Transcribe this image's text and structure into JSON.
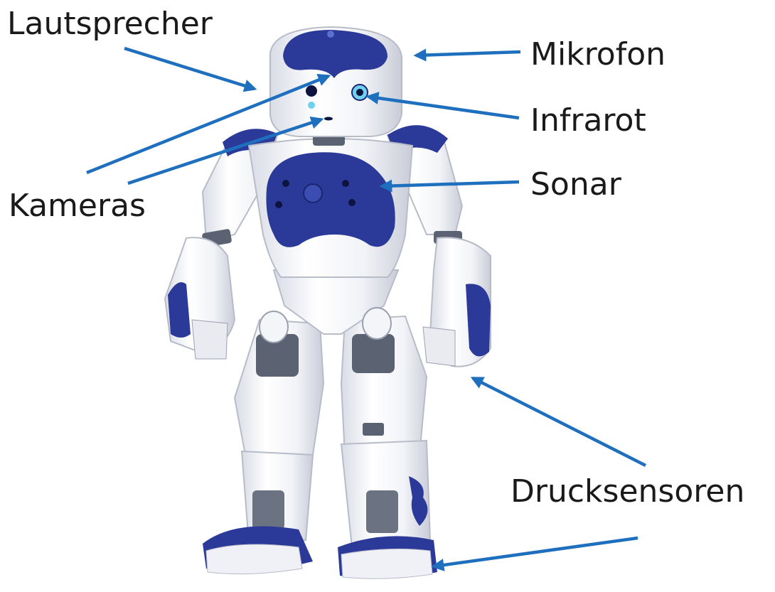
{
  "labels": {
    "lautsprecher": "Lautsprecher",
    "mikrofon": "Mikrofon",
    "infrarot": "Infrarot",
    "kameras": "Kameras",
    "sonar": "Sonar",
    "drucksensoren": "Drucksensoren"
  },
  "colors": {
    "arrow": "#1f6fbf",
    "robot_blue": "#2b3a99",
    "robot_white": "#f4f5f8",
    "robot_gray": "#8a94a6",
    "eye": "#6fd0f0"
  }
}
